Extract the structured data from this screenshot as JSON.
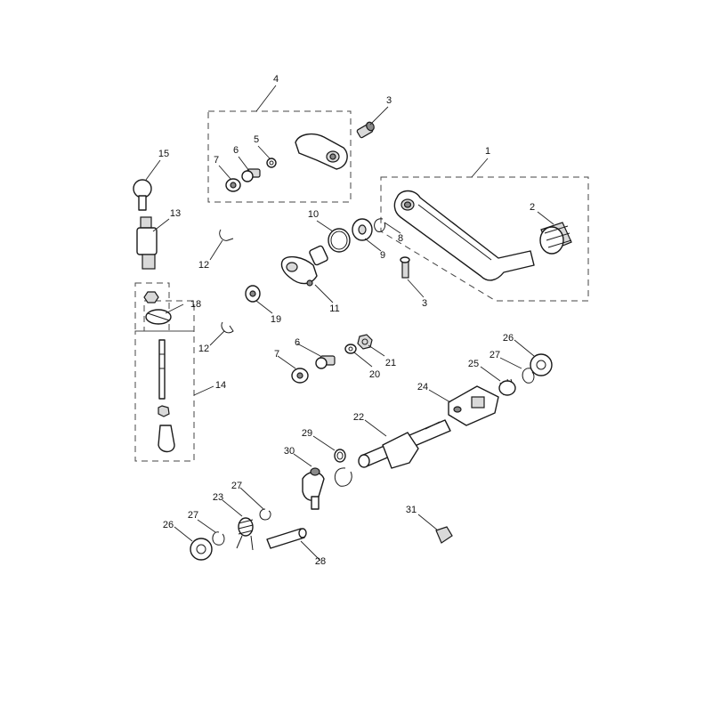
{
  "callouts": [
    {
      "id": "c1",
      "label": "1"
    },
    {
      "id": "c2",
      "label": "2"
    },
    {
      "id": "c3a",
      "label": "3"
    },
    {
      "id": "c3b",
      "label": "3"
    },
    {
      "id": "c4",
      "label": "4"
    },
    {
      "id": "c5",
      "label": "5"
    },
    {
      "id": "c6a",
      "label": "6"
    },
    {
      "id": "c6b",
      "label": "6"
    },
    {
      "id": "c7a",
      "label": "7"
    },
    {
      "id": "c7b",
      "label": "7"
    },
    {
      "id": "c8",
      "label": "8"
    },
    {
      "id": "c9",
      "label": "9"
    },
    {
      "id": "c10",
      "label": "10"
    },
    {
      "id": "c11",
      "label": "11"
    },
    {
      "id": "c12a",
      "label": "12"
    },
    {
      "id": "c12b",
      "label": "12"
    },
    {
      "id": "c13",
      "label": "13"
    },
    {
      "id": "c14",
      "label": "14"
    },
    {
      "id": "c15",
      "label": "15"
    },
    {
      "id": "c18",
      "label": "18"
    },
    {
      "id": "c19",
      "label": "19"
    },
    {
      "id": "c20",
      "label": "20"
    },
    {
      "id": "c21",
      "label": "21"
    },
    {
      "id": "c22",
      "label": "22"
    },
    {
      "id": "c23",
      "label": "23"
    },
    {
      "id": "c24",
      "label": "24"
    },
    {
      "id": "c25",
      "label": "25"
    },
    {
      "id": "c26a",
      "label": "26"
    },
    {
      "id": "c26b",
      "label": "26"
    },
    {
      "id": "c27a",
      "label": "27"
    },
    {
      "id": "c27b",
      "label": "27"
    },
    {
      "id": "c27c",
      "label": "27"
    },
    {
      "id": "c28",
      "label": "28"
    },
    {
      "id": "c29",
      "label": "29"
    },
    {
      "id": "c30",
      "label": "30"
    },
    {
      "id": "c31",
      "label": "31"
    }
  ]
}
